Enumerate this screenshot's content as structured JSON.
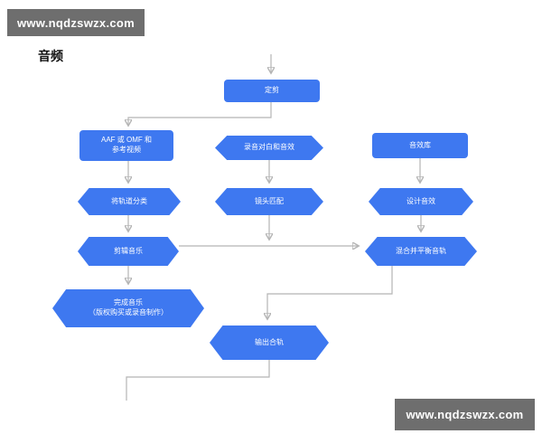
{
  "title": "音频",
  "watermark_top": {
    "text": "www.nqdzswzx.com"
  },
  "watermark_bottom": {
    "text": "www.nqdzswzx.com"
  },
  "colors": {
    "node_fill": "#3e78f0",
    "node_text": "#ffffff",
    "connector": "#b5b5b5",
    "watermark_bg": "#6e6e6e",
    "watermark_text": "#ffffff",
    "page_bg": "#ffffff"
  },
  "nodes": {
    "picture_lock": {
      "label": "定剪",
      "shape": "rect"
    },
    "aaf_omf": {
      "line1": "AAF 或 OMF 和",
      "line2": "参考视频",
      "shape": "rect"
    },
    "record_dialog_sfx": {
      "label": "录音对白和音效",
      "shape": "hexagon"
    },
    "sfx_library": {
      "label": "音效库",
      "shape": "rect"
    },
    "classify_tracks": {
      "label": "将轨道分类",
      "shape": "hexagon"
    },
    "shot_match": {
      "label": "镜头匹配",
      "shape": "hexagon"
    },
    "design_sfx": {
      "label": "设计音效",
      "shape": "hexagon"
    },
    "edit_music": {
      "label": "剪辑音乐",
      "shape": "hexagon"
    },
    "mix_balance": {
      "label": "混合并平衡音轨",
      "shape": "hexagon"
    },
    "final_music": {
      "line1": "完成音乐",
      "line2": "（版权购买或录音制作）",
      "shape": "hexagon"
    },
    "output_mix": {
      "label": "输出合轨",
      "shape": "hexagon"
    }
  }
}
